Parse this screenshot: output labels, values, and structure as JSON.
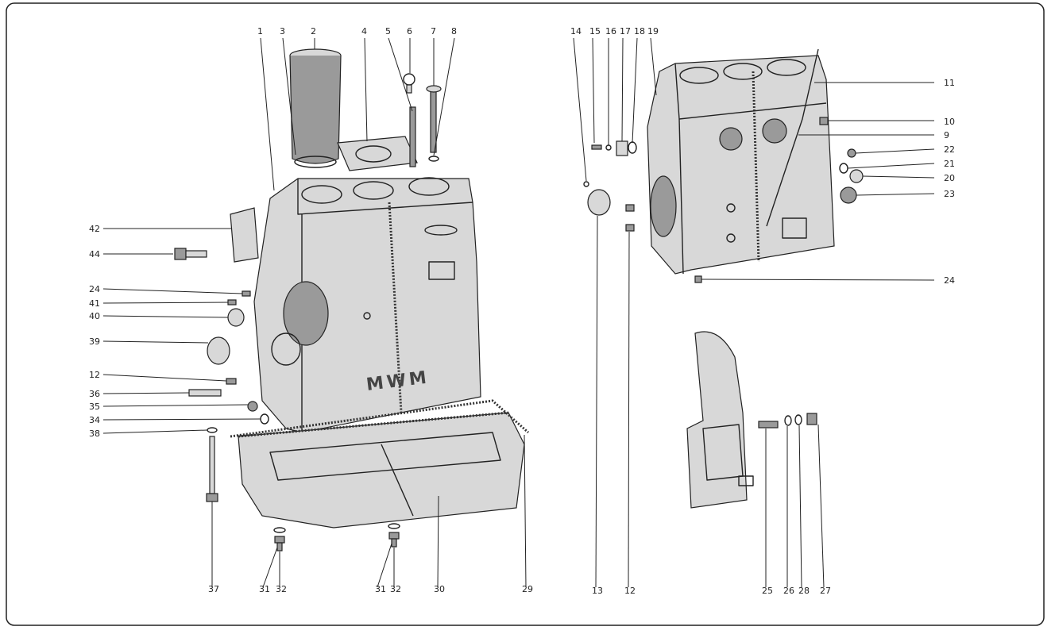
{
  "diagram": {
    "type": "exploded parts view",
    "brand_mark": "MWM",
    "callouts_left_top": [
      "1",
      "3",
      "2",
      "4",
      "5",
      "6",
      "7",
      "8"
    ],
    "callouts_left_side": [
      "42",
      "44",
      "24",
      "41",
      "40",
      "39",
      "12",
      "36",
      "35",
      "34",
      "38"
    ],
    "callouts_left_bottom": [
      "37",
      "31",
      "32",
      "31",
      "32",
      "30",
      "29"
    ],
    "callouts_right_top": [
      "14",
      "15",
      "16",
      "17",
      "18",
      "19"
    ],
    "callouts_right_side": [
      "11",
      "10",
      "9",
      "22",
      "21",
      "20",
      "23",
      "24"
    ],
    "callouts_right_bottom": [
      "13",
      "12"
    ],
    "callouts_detail": [
      "25",
      "26",
      "28",
      "27"
    ]
  }
}
